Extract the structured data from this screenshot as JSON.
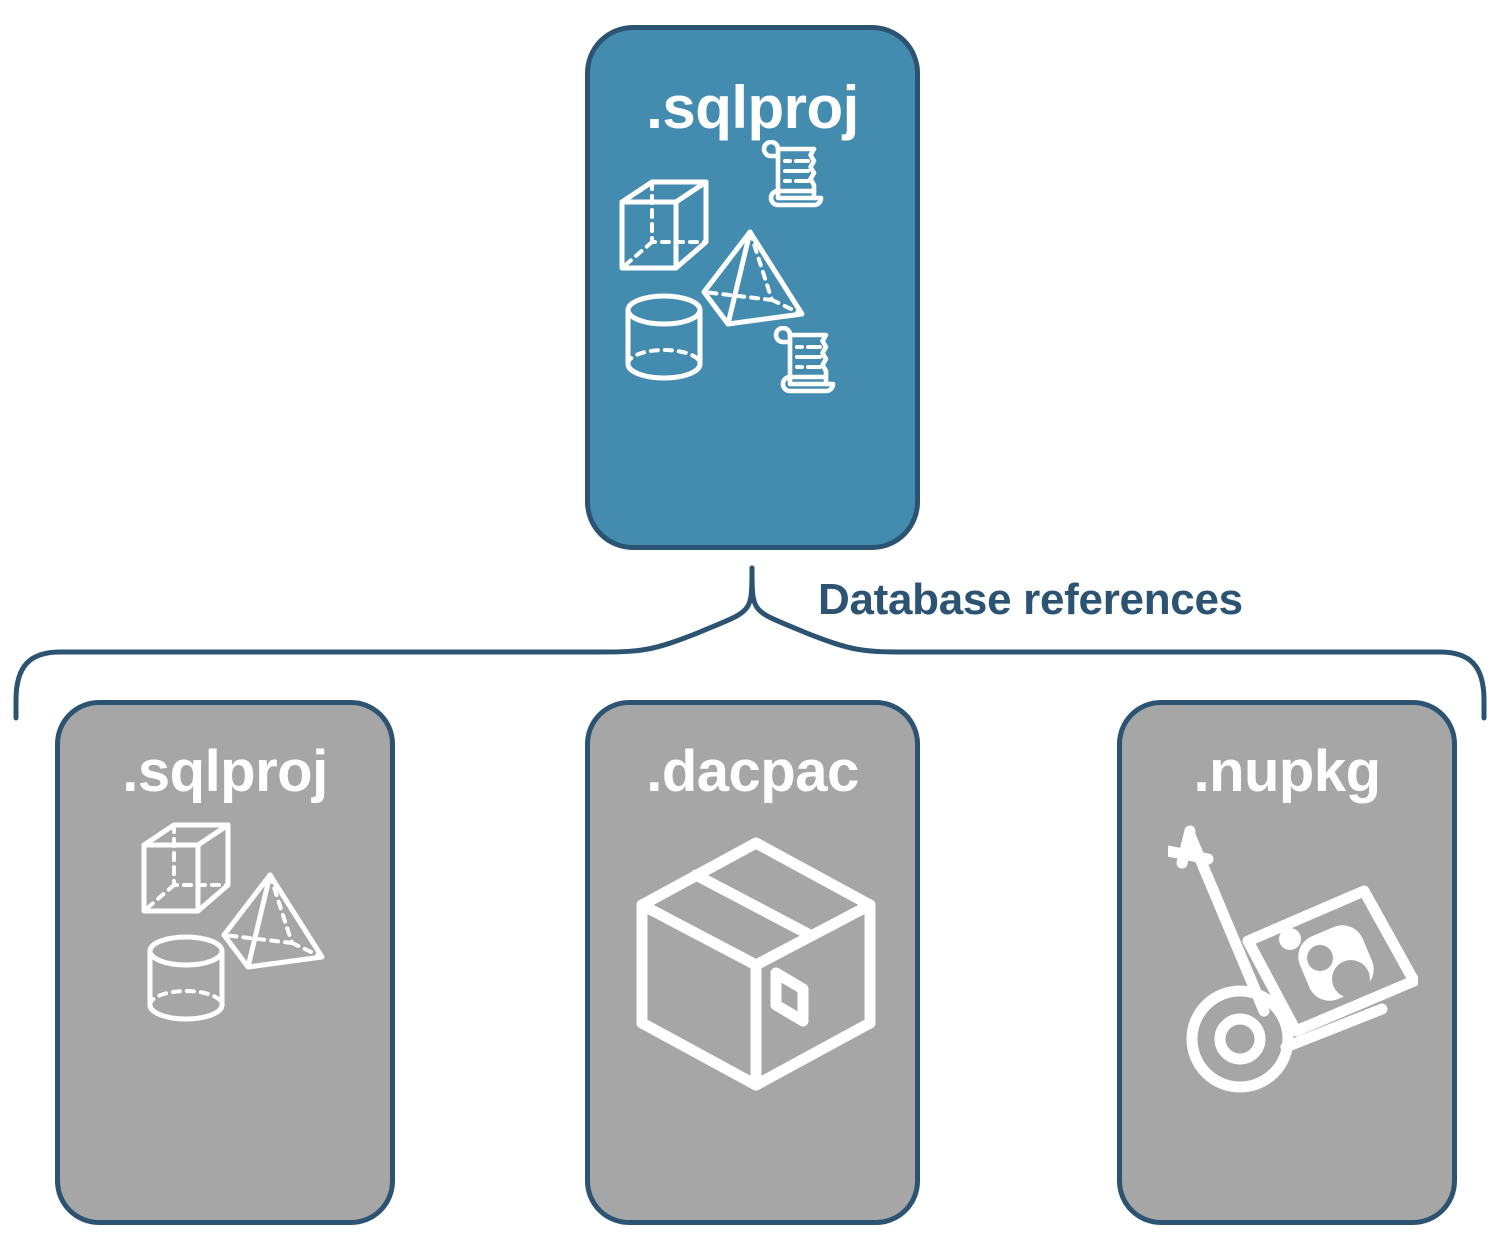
{
  "diagram": {
    "title_text": "Database references",
    "colors": {
      "accent_teal": "#448caf",
      "navy_outline": "#2c5472",
      "neutral_gray": "#a6a6a6",
      "icon_white": "#ffffff",
      "page_background": "#ffffff"
    }
  },
  "root_node": {
    "label": ".sqlproj",
    "fill_color": "#448caf",
    "icons": [
      "cube-icon",
      "pyramid-icon",
      "cylinder-icon",
      "scroll-icon",
      "scroll-icon"
    ]
  },
  "connector": {
    "label": "Database references",
    "style": "curly-brace",
    "color": "#2c5472"
  },
  "reference_nodes": [
    {
      "label": ".sqlproj",
      "fill_color": "#a6a6a6",
      "icons": [
        "cube-icon",
        "pyramid-icon",
        "cylinder-icon"
      ]
    },
    {
      "label": ".dacpac",
      "fill_color": "#a6a6a6",
      "icons": [
        "package-box-icon"
      ]
    },
    {
      "label": ".nupkg",
      "fill_color": "#a6a6a6",
      "icons": [
        "hand-truck-package-icon"
      ]
    }
  ]
}
